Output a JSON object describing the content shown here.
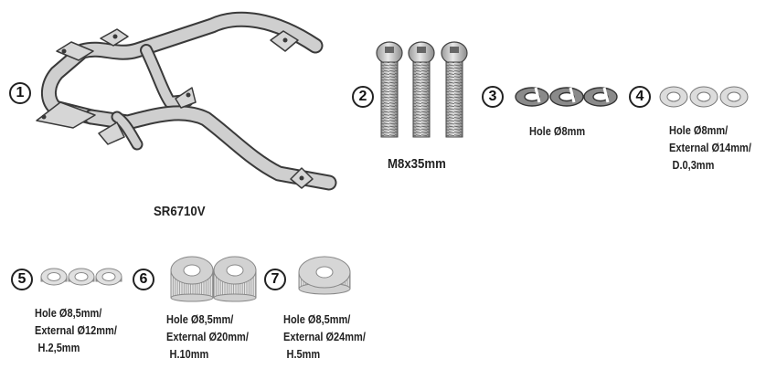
{
  "parts": [
    {
      "number": "1",
      "lines": [
        "SR6710V"
      ]
    },
    {
      "number": "2",
      "lines": [
        "M8x35mm"
      ]
    },
    {
      "number": "3",
      "lines": [
        "Hole Ø8mm"
      ]
    },
    {
      "number": "4",
      "lines": [
        "Hole Ø8mm/",
        "External Ø14mm/",
        "D.0,3mm"
      ]
    },
    {
      "number": "5",
      "lines": [
        "Hole Ø8,5mm/",
        "External Ø12mm/",
        "H.2,5mm"
      ]
    },
    {
      "number": "6",
      "lines": [
        "Hole Ø8,5mm/",
        "External Ø20mm/",
        "H.10mm"
      ]
    },
    {
      "number": "7",
      "lines": [
        "Hole Ø8,5mm/",
        "External Ø24mm/",
        "H.5mm"
      ]
    }
  ],
  "colors": {
    "metal": "#c9c9c9",
    "metal_dark": "#8c8c8c",
    "outline": "#3a3a3a",
    "washer": "#d9d9d9"
  }
}
